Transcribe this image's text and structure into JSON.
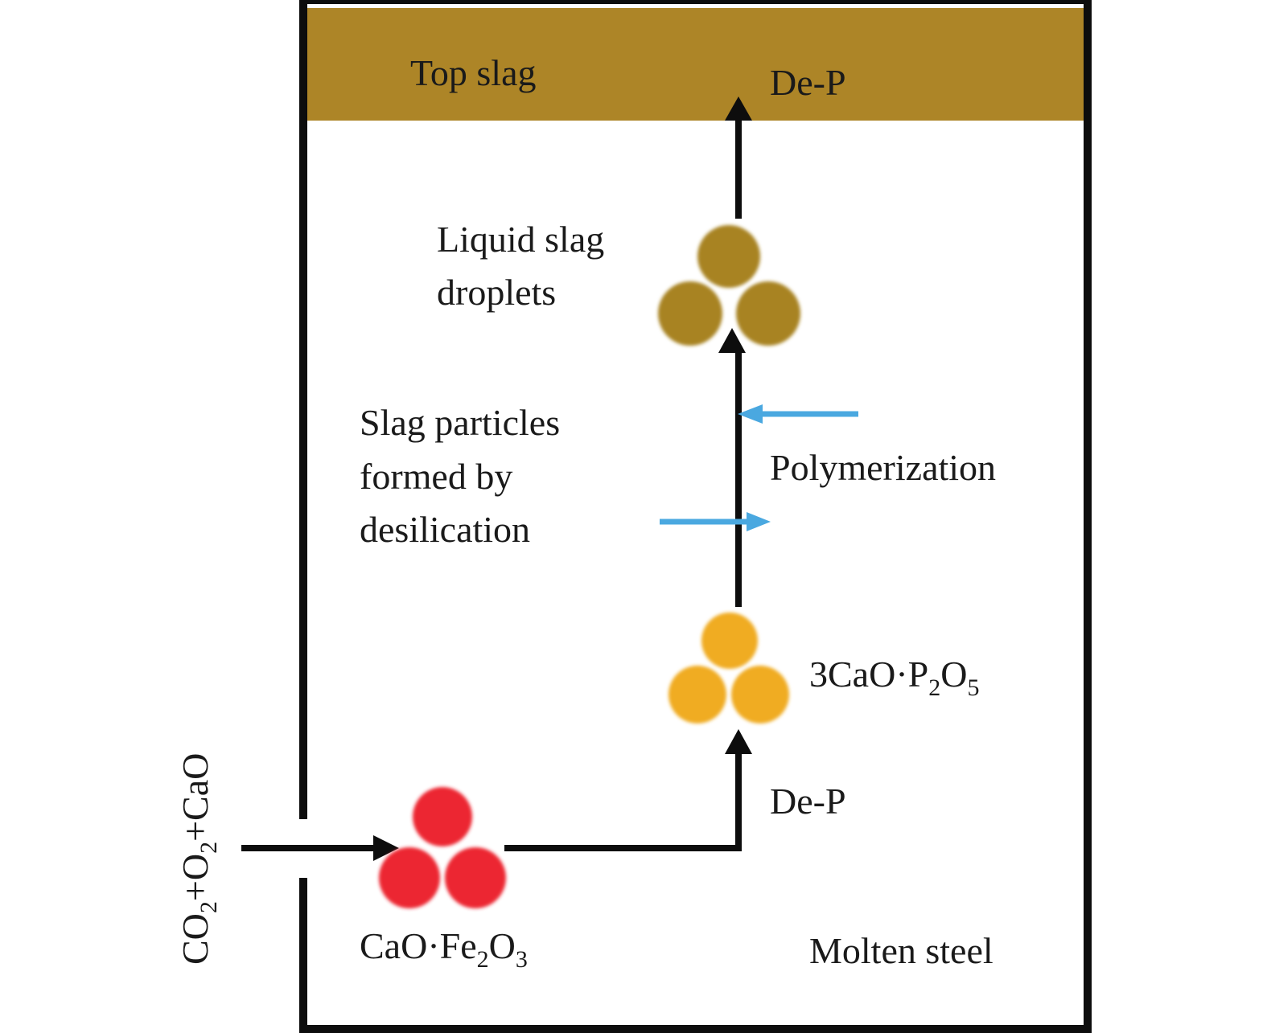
{
  "labels": {
    "top_slag": "Top slag",
    "de_p_top": "De-P",
    "liquid_slag_line1": "Liquid slag",
    "liquid_slag_line2": "droplets",
    "slag_particles_line1": "Slag particles",
    "slag_particles_line2": "formed by",
    "slag_particles_line3": "desilication",
    "polymerization": "Polymerization",
    "de_p_mid": "De-P",
    "molten_steel": "Molten steel"
  },
  "formulas": {
    "tricalcium_phosphate": {
      "main1": "3CaO·P",
      "sub1": "2",
      "main2": "O",
      "sub2": "5"
    },
    "calcium_ferrite": {
      "main1": "CaO·Fe",
      "sub1": "2",
      "main2": "O",
      "sub2": "3"
    },
    "injection_gas": {
      "p1": "CO",
      "s1": "2",
      "p2": "+O",
      "s2": "2",
      "p3": "+CaO"
    }
  },
  "colors": {
    "top_slag": "#ad8527",
    "liquid_droplet": "#a88320",
    "phosphate_particle": "#f0ac22",
    "ferrite_particle": "#ec2530",
    "blue_arrow": "#4aa8e0",
    "flow_arrow": "#0d0d0d"
  }
}
